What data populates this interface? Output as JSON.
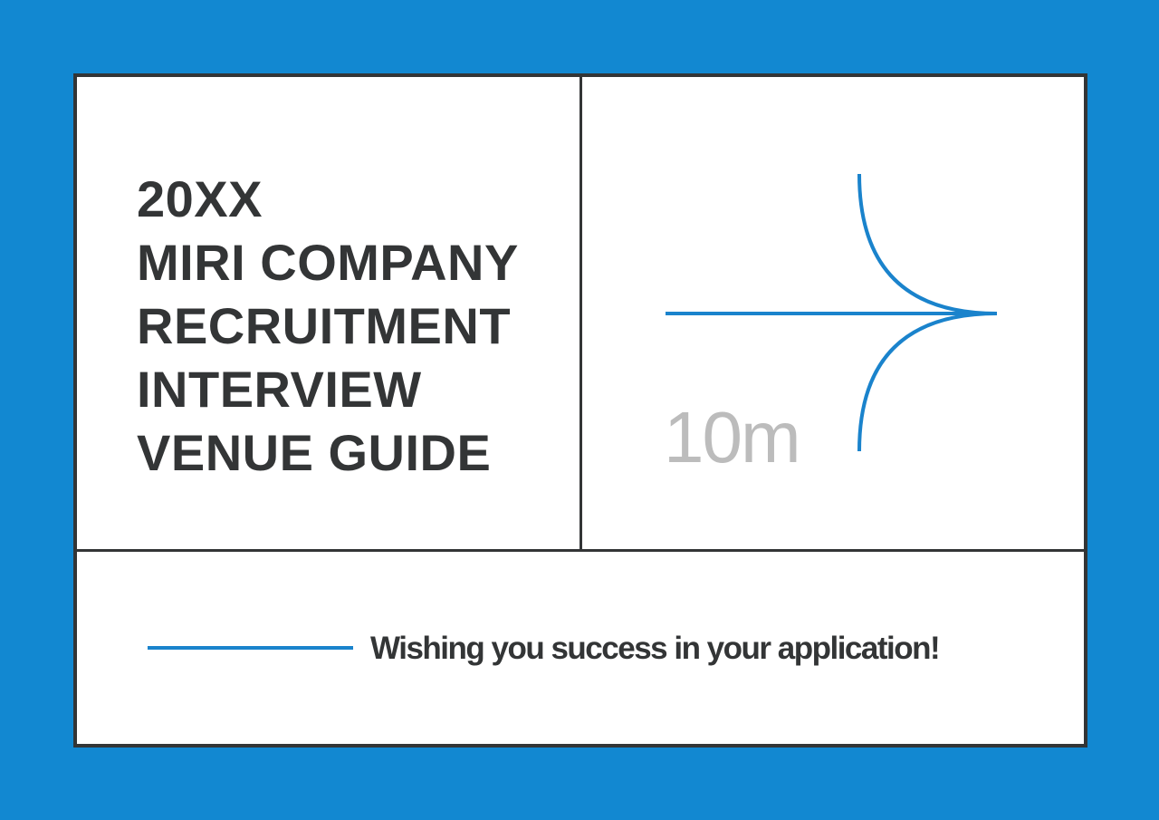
{
  "heading": {
    "lines": [
      "20XX",
      "MIRI COMPANY",
      "RECRUITMENT",
      "INTERVIEW",
      "VENUE GUIDE"
    ]
  },
  "direction": {
    "arrow": "right-arrow-icon",
    "distance": "10m"
  },
  "footer": {
    "message": "Wishing you success in your application!"
  },
  "colors": {
    "background": "#1288d1",
    "panel": "#ffffff",
    "border": "#333536",
    "accent": "#1a83cc",
    "distance_text": "#bcbcbc"
  }
}
